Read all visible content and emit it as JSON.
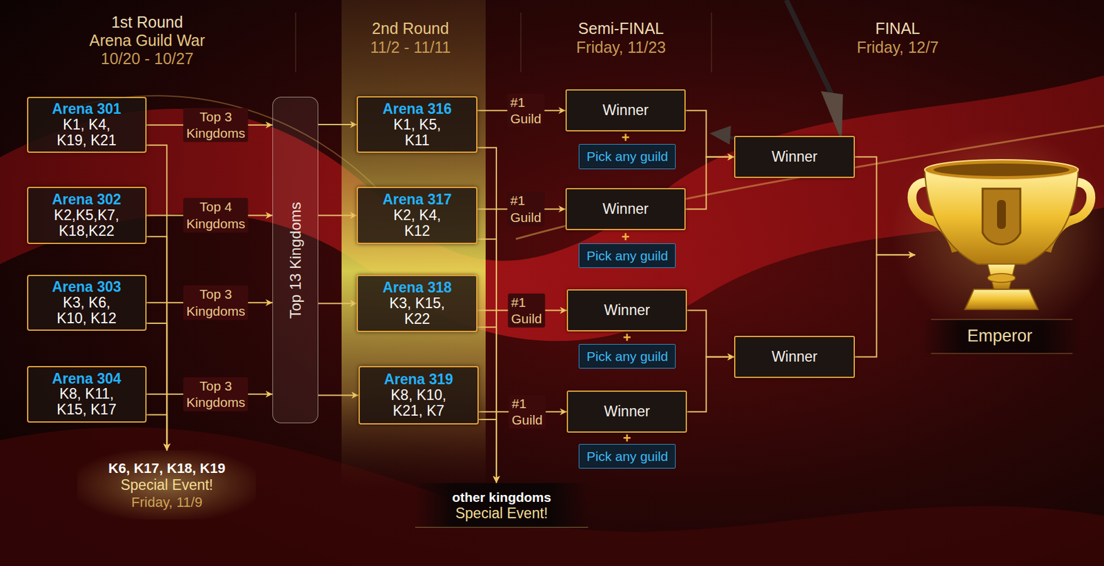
{
  "diagram": {
    "nodes": [
      {
        "text": [
          "Arena 301",
          "K1, K4, K19, K21"
        ]
      },
      {
        "text": [
          "Arena 302",
          "K2,K5,K7, K18,K22"
        ]
      },
      {
        "text": [
          "Arena 303",
          "K3, K6, K10, K12"
        ]
      },
      {
        "text": [
          "Arena 304",
          "K8, K11, K15, K17"
        ]
      },
      {
        "text": [
          "Top 13 Kingdoms"
        ]
      },
      {
        "text": [
          "K6, K17, K18, K19",
          "Special Event!",
          "Friday, 11/9"
        ]
      },
      {
        "text": [
          "Arena 316",
          "K1, K5, K11"
        ]
      },
      {
        "text": [
          "Arena 317",
          "K2, K4, K12"
        ]
      },
      {
        "text": [
          "Arena 318",
          "K3, K15, K22"
        ]
      },
      {
        "text": [
          "Arena 319",
          "K8, K10, K21, K7"
        ]
      },
      {
        "text": [
          "other kingdoms",
          "Special Event!"
        ]
      },
      {
        "text": [
          "Winner"
        ]
      },
      {
        "text": [
          "Pick any guild"
        ]
      },
      {
        "text": [
          "Winner"
        ]
      },
      {
        "text": [
          "Pick any guild"
        ]
      },
      {
        "text": [
          "Winner"
        ]
      },
      {
        "text": [
          "Pick any guild"
        ]
      },
      {
        "text": [
          "Winner"
        ]
      },
      {
        "text": [
          "Pick any guild"
        ]
      },
      {
        "text": [
          "Winner"
        ]
      },
      {
        "text": [
          "Winner"
        ]
      },
      {
        "text": [
          "Emperor"
        ]
      }
    ],
    "edges": [
      {
        "from": 0,
        "to": 4,
        "label": "Top 3 Kingdoms",
        "arrow": "to"
      },
      {
        "from": 1,
        "to": 4,
        "label": "Top 4 Kingdoms",
        "arrow": "to"
      },
      {
        "from": 2,
        "to": 4,
        "label": "Top 3 Kingdoms",
        "arrow": "to"
      },
      {
        "from": 3,
        "to": 4,
        "label": "Top 3 Kingdoms",
        "arrow": "to"
      },
      {
        "from": 0,
        "to": 5,
        "arrow": "to"
      },
      {
        "from": 1,
        "to": 5,
        "arrow": "to"
      },
      {
        "from": 2,
        "to": 5,
        "arrow": "to"
      },
      {
        "from": 3,
        "to": 5,
        "arrow": "to"
      },
      {
        "from": 4,
        "to": 6,
        "arrow": "to"
      },
      {
        "from": 4,
        "to": 7,
        "arrow": "to"
      },
      {
        "from": 4,
        "to": 8,
        "arrow": "to"
      },
      {
        "from": 4,
        "to": 9,
        "arrow": "to"
      },
      {
        "from": 6,
        "to": 11,
        "label": "#1 Guild",
        "arrow": "to"
      },
      {
        "from": 7,
        "to": 13,
        "label": "#1 Guild",
        "arrow": "to"
      },
      {
        "from": 8,
        "to": 15,
        "label": "#1 Guild",
        "arrow": "to"
      },
      {
        "from": 9,
        "to": 17,
        "label": "#1 Guild",
        "arrow": "to"
      },
      {
        "from": 6,
        "to": 10,
        "arrow": "to"
      },
      {
        "from": 7,
        "to": 10,
        "arrow": "to"
      },
      {
        "from": 8,
        "to": 10,
        "arrow": "to"
      },
      {
        "from": 9,
        "to": 10,
        "arrow": "to"
      },
      {
        "from": 11,
        "to": 19,
        "arrow": "to"
      },
      {
        "from": 13,
        "to": 19,
        "arrow": "to"
      },
      {
        "from": 15,
        "to": 20,
        "arrow": "to"
      },
      {
        "from": 17,
        "to": 20,
        "arrow": "to"
      },
      {
        "from": 19,
        "to": 21,
        "arrow": "to"
      },
      {
        "from": 20,
        "to": 21,
        "arrow": "to"
      }
    ],
    "labels": [
      "1st Round",
      "Arena Guild War",
      "10/20 - 10/27",
      "2nd Round",
      "11/2 - 11/11",
      "Semi-FINAL",
      "Friday, 11/23",
      "FINAL",
      "Friday, 12/7",
      "+",
      "+",
      "+",
      "+"
    ]
  }
}
